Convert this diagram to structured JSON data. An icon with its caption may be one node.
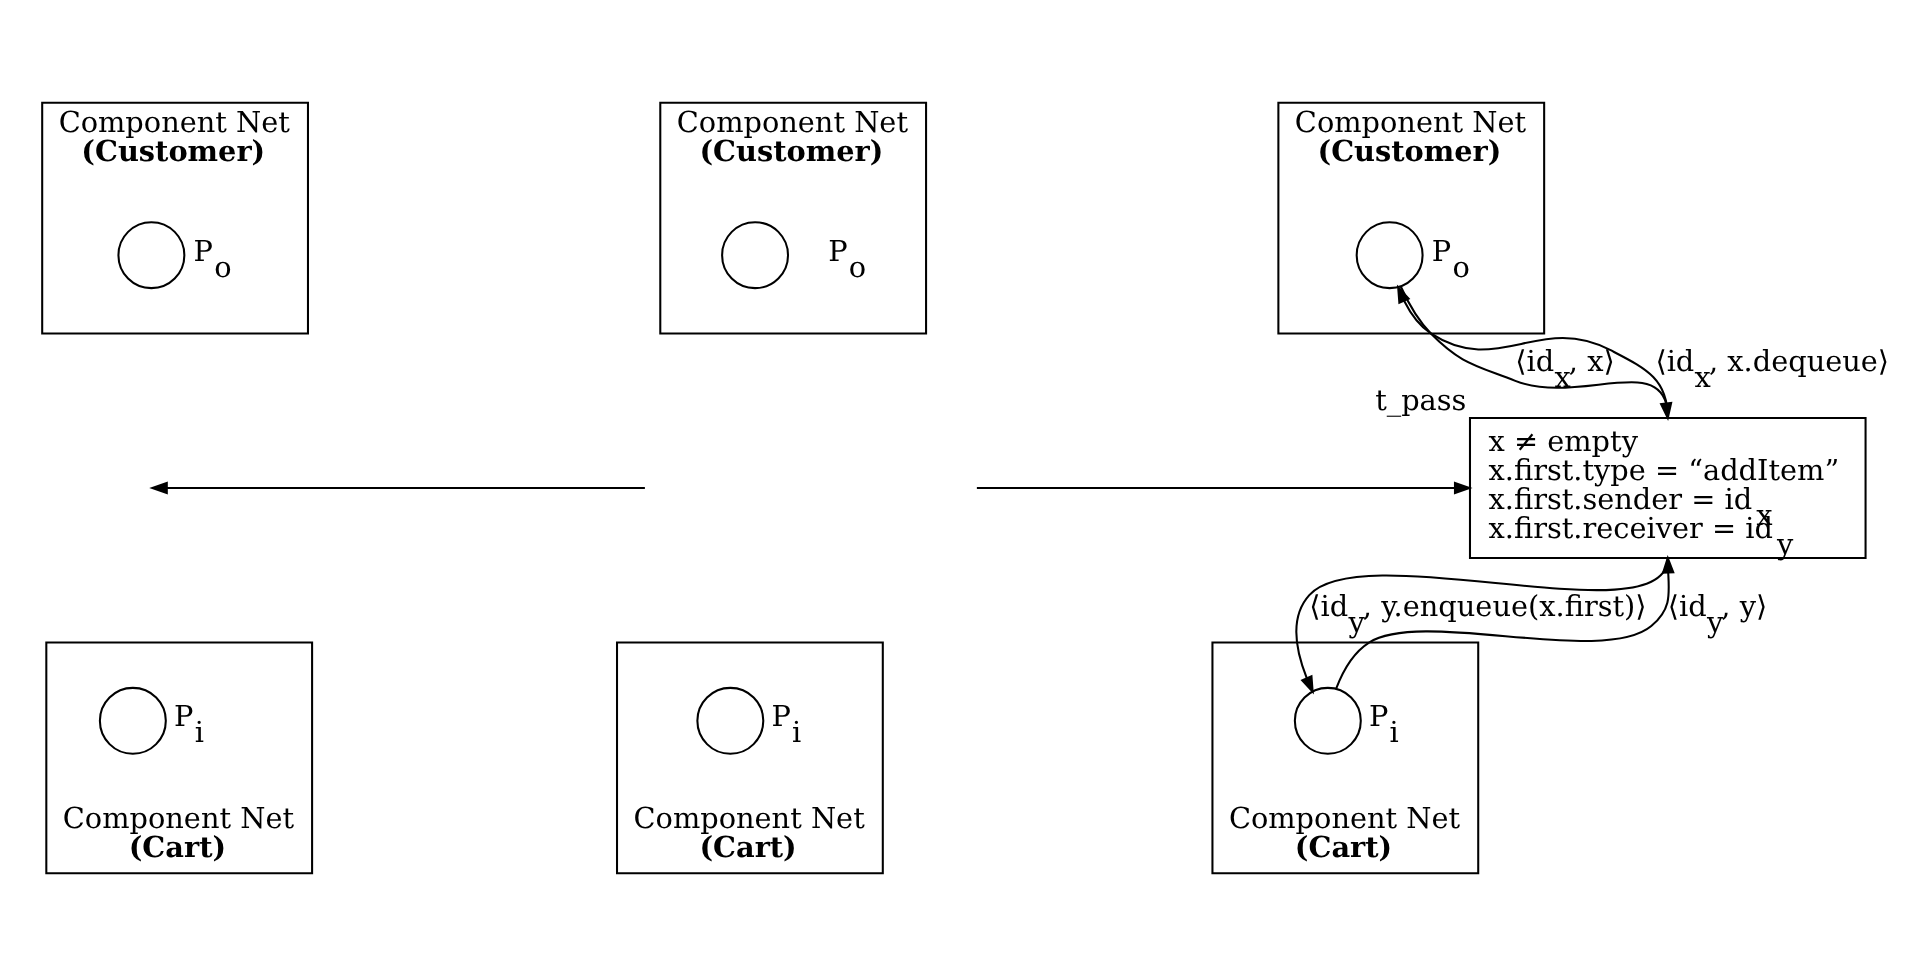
{
  "diagram": {
    "nodes": [
      {
        "text": [
          "Component Net",
          "(Customer)"
        ]
      },
      {
        "text": [],
        "shape": "circle",
        "beside": [
          "P$_{o}$"
        ],
        "in": 0
      },
      {
        "text": [
          "Component Net",
          "(Customer)"
        ]
      },
      {
        "text": [],
        "shape": "circle",
        "beside": [
          "P$_{o}$"
        ],
        "in": 2
      },
      {
        "text": [
          "Component Net",
          "(Customer)"
        ]
      },
      {
        "text": [],
        "shape": "circle",
        "beside": [
          "P$_{o}$"
        ],
        "in": 4
      },
      {
        "text": [
          "x ≠ empty",
          "x.first.type = “addItem”",
          "x.first.sender = id$_{x}$",
          "x.first.receiver = id$_{y}$"
        ],
        "beside": [
          "t_pass"
        ]
      },
      {
        "text": [
          "Component Net",
          "(Cart)"
        ]
      },
      {
        "text": [],
        "shape": "circle",
        "beside": [
          "P$_{i}$"
        ],
        "in": 7
      },
      {
        "text": [
          "Component Net",
          "(Cart)"
        ]
      },
      {
        "text": [],
        "shape": "circle",
        "beside": [
          "P$_{i}$"
        ],
        "in": 9
      },
      {
        "text": [
          "Component Net",
          "(Cart)"
        ]
      },
      {
        "text": [],
        "shape": "circle",
        "beside": [
          "P$_{i}$"
        ],
        "in": 11
      }
    ],
    "edges": [
      {
        "from": 5,
        "to": 6,
        "arrow": "to",
        "label": "⟨id$_{x}$, x⟩"
      },
      {
        "from": 6,
        "to": 5,
        "arrow": "to",
        "label": "⟨id$_{x}$, x.dequeue⟩"
      },
      {
        "from": null,
        "to": 6,
        "arrow": "to"
      },
      {
        "from": 12,
        "to": 6,
        "arrow": "to",
        "label": "⟨id$_{y}$, y⟩"
      },
      {
        "from": 6,
        "to": 12,
        "arrow": "to",
        "label": "⟨id$_{y}$, y.enqueue(x.first)⟩"
      }
    ]
  }
}
